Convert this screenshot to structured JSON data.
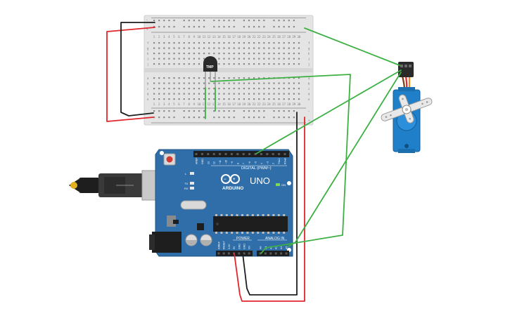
{
  "breadboard": {
    "column_numbers": [
      "1",
      "2",
      "3",
      "4",
      "5",
      "6",
      "7",
      "8",
      "9",
      "10",
      "11",
      "12",
      "13",
      "14",
      "15",
      "16",
      "17",
      "18",
      "19",
      "20",
      "21",
      "22",
      "23",
      "24",
      "25",
      "26",
      "27",
      "28",
      "29",
      "30"
    ],
    "row_letters_top": [
      "a",
      "b",
      "c",
      "d",
      "e"
    ],
    "row_letters_bottom": [
      "f",
      "g",
      "h",
      "i",
      "j"
    ],
    "rail_minus": "−",
    "rail_plus": "+"
  },
  "sensor": {
    "label": "TMP"
  },
  "arduino": {
    "brand": "ARDUINO",
    "model": "UNO",
    "digital_header_label": "DIGITAL (PWM~)",
    "digital_pins": [
      "AREF",
      "GND",
      "13",
      "12",
      "~11",
      "~10",
      "~9",
      "8",
      "7",
      "~6",
      "~5",
      "4",
      "~3",
      "2",
      "TX▸1",
      "RX◂0"
    ],
    "power_label": "POWER",
    "power_pins": [
      "IOREF",
      "RESET",
      "3.3V",
      "5V",
      "GND",
      "GND",
      "Vin"
    ],
    "analog_label": "ANALOG IN",
    "analog_pins": [
      "A0",
      "A1",
      "A2",
      "A3",
      "A4",
      "A5"
    ],
    "led_labels": [
      "L",
      "TX",
      "RX"
    ],
    "on_label": "ON"
  },
  "colors": {
    "wire_red": "#e0262b",
    "wire_black": "#1e1e1e",
    "wire_green": "#3cb043",
    "board_blue": "#2f6ea8",
    "breadboard": "#e6e6e6",
    "servo_blue": "#1f7fc9"
  }
}
